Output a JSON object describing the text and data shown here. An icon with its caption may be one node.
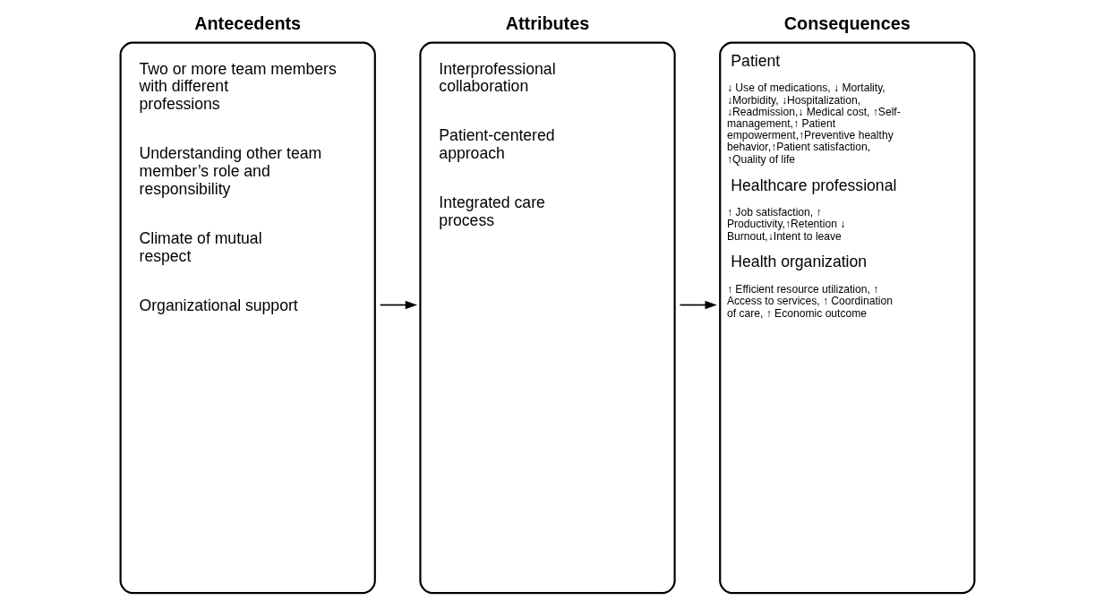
{
  "diagram": {
    "nodes": [
      {
        "text": [
          "Antecedents",
          "Two or more team members with different professions",
          "Understanding other team member’s role and responsibility",
          "Climate of mutual respect",
          "Organizational support"
        ]
      },
      {
        "text": [
          "Attributes",
          "Interprofessional collaboration",
          "Patient-centered approach",
          "Integrated care process"
        ]
      },
      {
        "text": [
          "Consequences",
          "Patient",
          "↓ Use of medications, ↓ Mortality, ↓Morbidity, ↓Hospitalization, ↓Readmission,↓ Medical cost, ↑Self-management,↑ Patient empowerment,↑Preventive healthy behavior,↑Patient satisfaction, ↑Quality of life",
          "Healthcare professional",
          "↑ Job satisfaction, ↑ Productivity,↑Retention ↓ Burnout,↓Intent to leave",
          "Health organization",
          "↑ Efficient resource utilization, ↑ Access to services, ↑ Coordination of care, ↑ Economic outcome"
        ]
      }
    ],
    "edges": [
      {
        "from": 0,
        "to": 1,
        "arrow": "to"
      },
      {
        "from": 1,
        "to": 2,
        "arrow": "to"
      }
    ]
  }
}
